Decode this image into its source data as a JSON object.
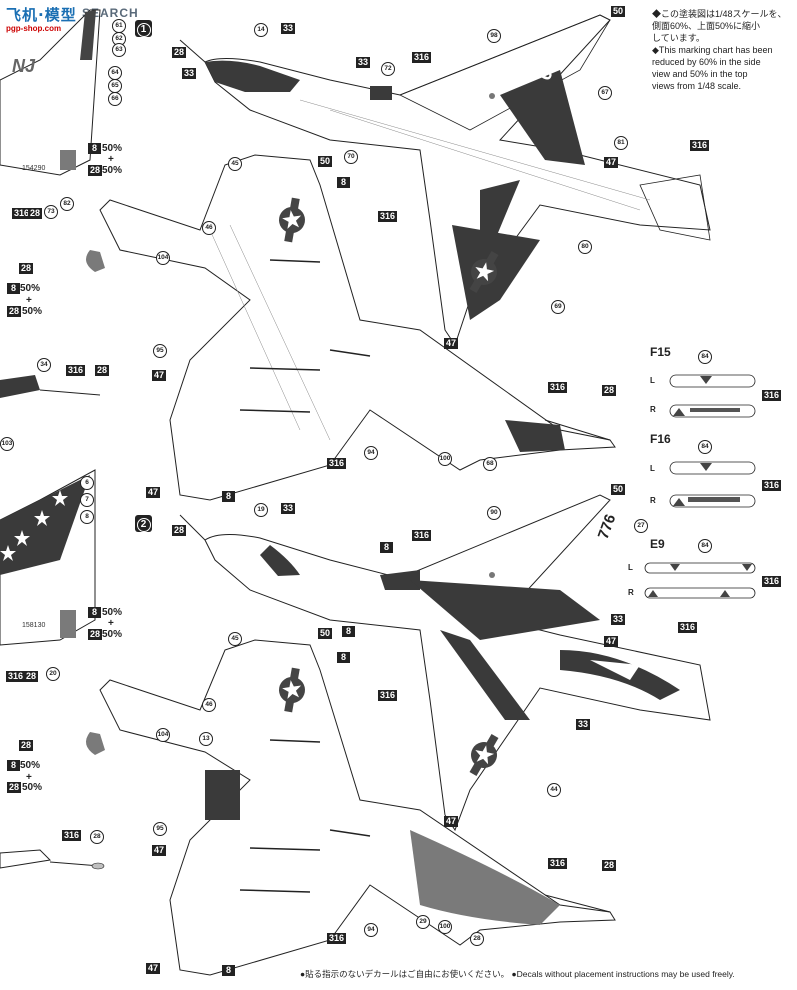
{
  "watermark": {
    "brand": "飞机·模型",
    "search": "SEARCH",
    "domain": "pgp-shop.com"
  },
  "notes": [
    "◆この塗装図は1/48スケールを、",
    "側面60%、上面50%に縮小",
    "しています。",
    "◆This marking chart has been",
    "reduced by 60% in the side",
    "view and 50% in the top",
    "views from 1/48 scale."
  ],
  "schemes": [
    {
      "number": "1",
      "serial": "154290",
      "tail_code": "NJ",
      "modex": "01"
    },
    {
      "number": "2",
      "serial": "158130",
      "modex": "776"
    }
  ],
  "tanks": [
    {
      "name": "F15",
      "L": "L",
      "R": "R",
      "callouts": [
        "84",
        "316"
      ]
    },
    {
      "name": "F16",
      "L": "L",
      "R": "R",
      "callouts": [
        "84",
        "316"
      ]
    },
    {
      "name": "E9",
      "L": "L",
      "R": "R",
      "callouts": [
        "84",
        "316"
      ]
    }
  ],
  "colors": {
    "ink": "#222222",
    "dark_fill": "#3a3a3a",
    "mid_fill": "#7a7a7a",
    "light_fill": "#bfbfbf",
    "callout_bg": "#222222"
  },
  "callouts": {
    "c50a": "50",
    "c33a": "33",
    "c14": "14",
    "c28a": "28",
    "c33b": "33",
    "c72": "72",
    "c33c": "33",
    "c316a": "316",
    "c98": "98",
    "c67": "67",
    "c81": "81",
    "c47a": "47",
    "c70": "70",
    "c316b": "316",
    "c316c": "316",
    "c80": "80",
    "c69": "69",
    "c47b": "47",
    "c45a": "45",
    "c50b": "50",
    "c8a": "8",
    "c46a": "46",
    "c104a": "104",
    "c95a": "95",
    "c47c": "47",
    "c316d": "316",
    "c94a": "94",
    "c100a": "100",
    "c68": "68",
    "c316e": "316",
    "c28b": "28",
    "c47d": "47",
    "c8b": "8",
    "c28l1": "28",
    "c850a": "8",
    "pct50a": "50%",
    "plus_a": "+",
    "c28p1": "28",
    "pct50b": "50%",
    "c34": "34",
    "c316l1": "316",
    "c28l2": "28",
    "c103": "103",
    "c61": "61",
    "c62": "62",
    "c63": "63",
    "c64": "64",
    "c65": "65",
    "c66": "66",
    "c8t1": "8",
    "pctT1": "50%",
    "plusT1": "+",
    "c28t1": "28",
    "pctT2": "50%",
    "c316l3": "316",
    "c28l3": "28",
    "c73": "73",
    "c82": "82",
    "c28s2": "28",
    "c19": "19",
    "c33d": "33",
    "c8c": "8",
    "c316f": "316",
    "c90": "90",
    "c50c": "50",
    "c27": "27",
    "c33e": "33",
    "c8d": "8",
    "c47e": "47",
    "c316g": "316",
    "c33f": "33",
    "c316h": "316",
    "c44": "44",
    "c47f": "47",
    "c45b": "45",
    "c50d": "50",
    "c8e": "8",
    "c46b": "46",
    "c13": "13",
    "c104b": "104",
    "c95b": "95",
    "c47g": "47",
    "c316i": "316",
    "c94b": "94",
    "c29": "29",
    "c100b": "100",
    "c28c": "28",
    "c316j": "316",
    "c28d": "28",
    "c47h": "47",
    "c8f": "8",
    "c28l4": "28",
    "c850b": "8",
    "pct50c": "50%",
    "plus_b": "+",
    "c28p2": "28",
    "pct50d": "50%",
    "c316l5": "316",
    "c28l5": "28",
    "c6": "6",
    "c7": "7",
    "c8s": "8",
    "c8t2": "8",
    "pctT3": "50%",
    "plusT2": "+",
    "c28t2": "28",
    "pctT4": "50%",
    "c316l6": "316",
    "c28l6": "28",
    "c20": "20",
    "c84a": "84",
    "c316k": "316",
    "c84b": "84",
    "c316l": "316",
    "c84c": "84",
    "c316m": "316"
  },
  "footer": "●貼る指示のないデカールはご自由にお使いください。 ●Decals without placement instructions may be used freely."
}
